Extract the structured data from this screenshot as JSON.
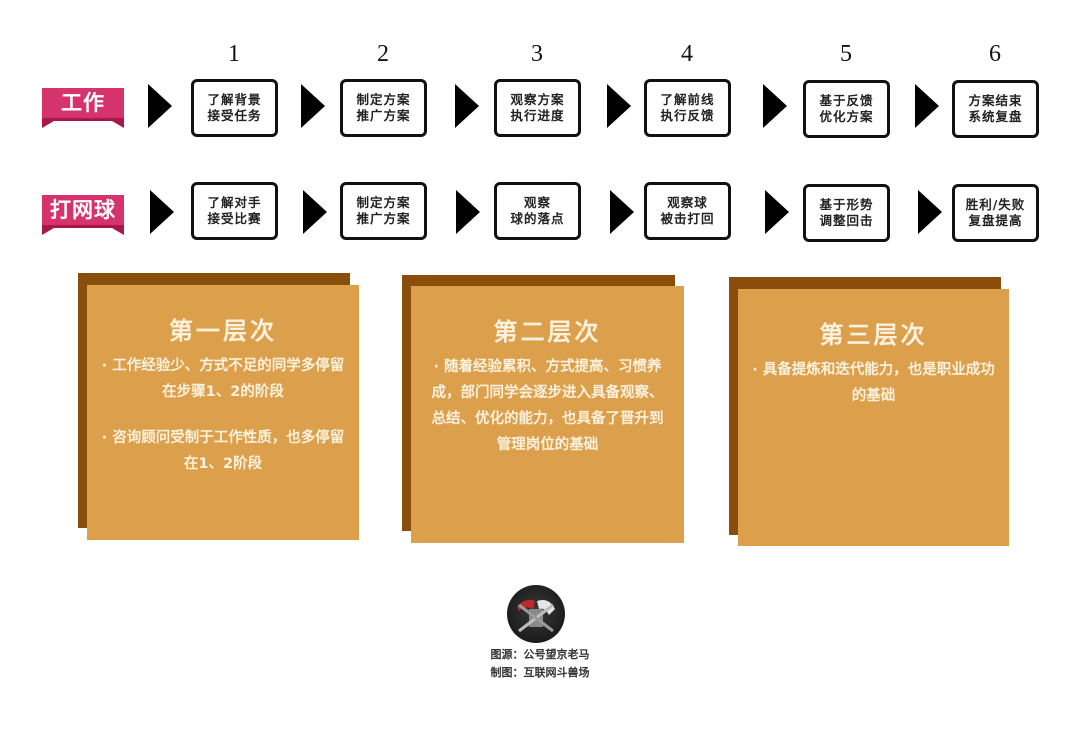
{
  "step_numbers": [
    "1",
    "2",
    "3",
    "4",
    "5",
    "6"
  ],
  "rows": [
    {
      "label": "工作",
      "steps": [
        "了解背景\n接受任务",
        "制定方案\n推广方案",
        "观察方案\n执行进度",
        "了解前线\n执行反馈",
        "基于反馈\n优化方案",
        "方案结束\n系统复盘"
      ]
    },
    {
      "label": "打网球",
      "steps": [
        "了解对手\n接受比赛",
        "制定方案\n推广方案",
        "观察\n球的落点",
        "观察球\n被击打回",
        "基于形势\n调整回击",
        "胜利/失败\n复盘提高"
      ]
    }
  ],
  "levels": [
    {
      "title": "第一层次",
      "points": [
        "· 工作经验少、方式不足的同学多停留在步骤1、2的阶段",
        "· 咨询顾问受制于工作性质，也多停留在1、2阶段"
      ]
    },
    {
      "title": "第二层次",
      "points": [
        "· 随着经验累积、方式提高、习惯养成，部门同学会逐步进入具备观察、总结、优化的能力，也具备了晋升到管理岗位的基础"
      ]
    },
    {
      "title": "第三层次",
      "points": [
        "· 具备提炼和迭代能力，也是职业成功的基础"
      ]
    }
  ],
  "credits": {
    "source": "图源：公号望京老马",
    "made_by": "制图：互联网斗兽场"
  },
  "colors": {
    "tag": "#d6336c",
    "tag_fold": "#a8164a",
    "card_front": "#dc9f4c",
    "card_back": "#8a4e0c",
    "card_text": "#fbf1dc"
  }
}
